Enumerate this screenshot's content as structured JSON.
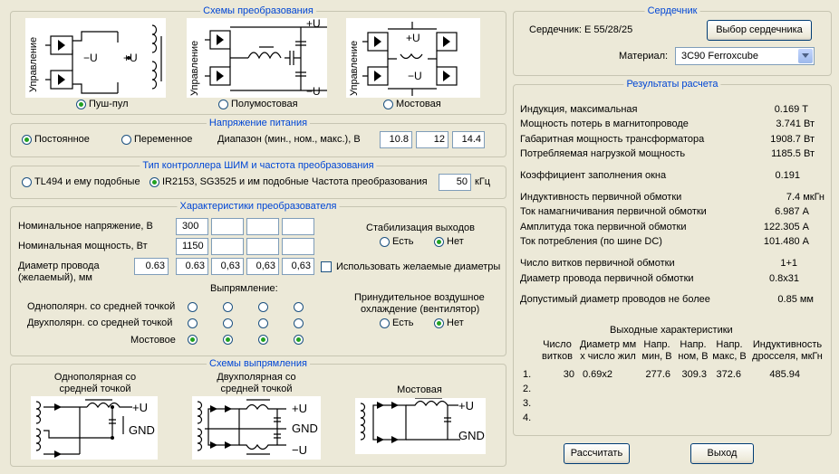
{
  "schemes": {
    "title": "Схемы преобразования",
    "diag_labels": {
      "control": "Управление",
      "minus_u": "−U",
      "plus_u": "+U"
    },
    "options": [
      {
        "label": "Пуш-пул",
        "selected": true
      },
      {
        "label": "Полумостовая",
        "selected": false
      },
      {
        "label": "Мостовая",
        "selected": false
      }
    ]
  },
  "supply": {
    "title": "Напряжение питания",
    "dc_label": "Постоянное",
    "ac_label": "Переменное",
    "dc_selected": true,
    "range_label": "Диапазон (мин., ном., макс.), В",
    "min": "10.8",
    "nom": "12",
    "max": "14.4"
  },
  "pwm": {
    "title": "Тип контроллера ШИМ и частота преобразования",
    "opt1_label": "TL494 и ему подобные",
    "opt2_label": "IR2153, SG3525 и им подобные",
    "selected": 2,
    "freq_label": "Частота преобразования",
    "freq_value": "50",
    "freq_unit": "кГц"
  },
  "converter": {
    "title": "Характеристики преобразователя",
    "nom_voltage_label": "Номинальное напряжение, В",
    "nom_power_label": "Номинальная мощность, Вт",
    "wire_label_1": "Диаметр провода",
    "wire_label_2": "(желаемый), мм",
    "voltages": [
      "300",
      "",
      "",
      ""
    ],
    "powers": [
      "1150",
      "",
      "",
      ""
    ],
    "wire_primary": "0.63",
    "wire_outputs": [
      "0.63",
      "0,63",
      "0,63",
      "0,63"
    ],
    "stab_label": "Стабилизация выходов",
    "stab_yes": "Есть",
    "stab_no": "Нет",
    "stab_selected": "no",
    "use_desired_label": "Использовать желаемые диаметры",
    "use_desired_checked": false,
    "rect_label": "Выпрямление:",
    "rect_rows": [
      {
        "label": "Однополярн. со средней точкой",
        "selected": [
          false,
          false,
          false,
          false
        ]
      },
      {
        "label": "Двухполярн. со средней точкой",
        "selected": [
          false,
          false,
          false,
          false
        ]
      },
      {
        "label": "Мостовое",
        "selected": [
          true,
          true,
          true,
          true
        ]
      }
    ],
    "fan_label_1": "Принудительное воздушное",
    "fan_label_2": "охлаждение (вентилятор)",
    "fan_yes": "Есть",
    "fan_no": "Нет",
    "fan_selected": "no"
  },
  "rectifiers": {
    "title": "Схемы выпрямления",
    "s1_line1": "Однополярная со",
    "s1_line2": "средней точкой",
    "s2_line1": "Двухполярная со",
    "s2_line2": "средней точкой",
    "s3": "Мостовая",
    "plus_u": "+U",
    "minus_u": "−U",
    "gnd": "GND"
  },
  "core": {
    "title": "Сердечник",
    "core_label": "Сердечник: E 55/28/25",
    "select_button": "Выбор сердечника",
    "material_label": "Материал:",
    "material_value": "3C90 Ferroxcube"
  },
  "results": {
    "title": "Результаты расчета",
    "rows": [
      {
        "label": "Индукция, максимальная",
        "value": "0.169 Т"
      },
      {
        "label": "Мощность потерь в магнитопроводе",
        "value": "3.741 Вт"
      },
      {
        "label": "Габаритная мощность трансформатора",
        "value": "1908.7 Вт"
      },
      {
        "label": "Потребляемая нагрузкой мощность",
        "value": "1185.5 Вт"
      },
      {
        "label": "Коэффициент заполнения окна",
        "value": "0.191"
      },
      {
        "label": "Индуктивность первичной обмотки",
        "value": "7.4 мкГн"
      },
      {
        "label": "Ток намагничивания первичной обмотки",
        "value": "6.987 А"
      },
      {
        "label": "Амплитуда тока первичной обмотки",
        "value": "122.305 А"
      },
      {
        "label": "Ток потребления (по шине DC)",
        "value": "101.480 А"
      },
      {
        "label": "Число витков первичной обмотки",
        "value": "1+1"
      },
      {
        "label": "Диаметр провода первичной обмотки",
        "value": "0.8х31"
      },
      {
        "label": "Допустимый диаметр проводов не более",
        "value": "0.85 мм"
      }
    ],
    "output_title": "Выходные характеристики",
    "col_turns_1": "Число",
    "col_turns_2": "витков",
    "col_diam_1": "Диаметр мм",
    "col_diam_2": "х число жил",
    "col_min_1": "Напр.",
    "col_min_2": "мин, В",
    "col_nom_1": "Напр.",
    "col_nom_2": "ном, В",
    "col_max_1": "Напр.",
    "col_max_2": "макс, В",
    "col_ind_1": "Индуктивность",
    "col_ind_2": "дросселя, мкГн",
    "outputs": [
      {
        "num": "1.",
        "turns": "30",
        "diam": "0.69х2",
        "vmin": "277.6",
        "vnom": "309.3",
        "vmax": "372.6",
        "ind": "485.94"
      },
      {
        "num": "2.",
        "turns": "",
        "diam": "",
        "vmin": "",
        "vnom": "",
        "vmax": "",
        "ind": ""
      },
      {
        "num": "3.",
        "turns": "",
        "diam": "",
        "vmin": "",
        "vnom": "",
        "vmax": "",
        "ind": ""
      },
      {
        "num": "4.",
        "turns": "",
        "diam": "",
        "vmin": "",
        "vnom": "",
        "vmax": "",
        "ind": ""
      }
    ]
  },
  "buttons": {
    "calc": "Рассчитать",
    "exit": "Выход"
  }
}
